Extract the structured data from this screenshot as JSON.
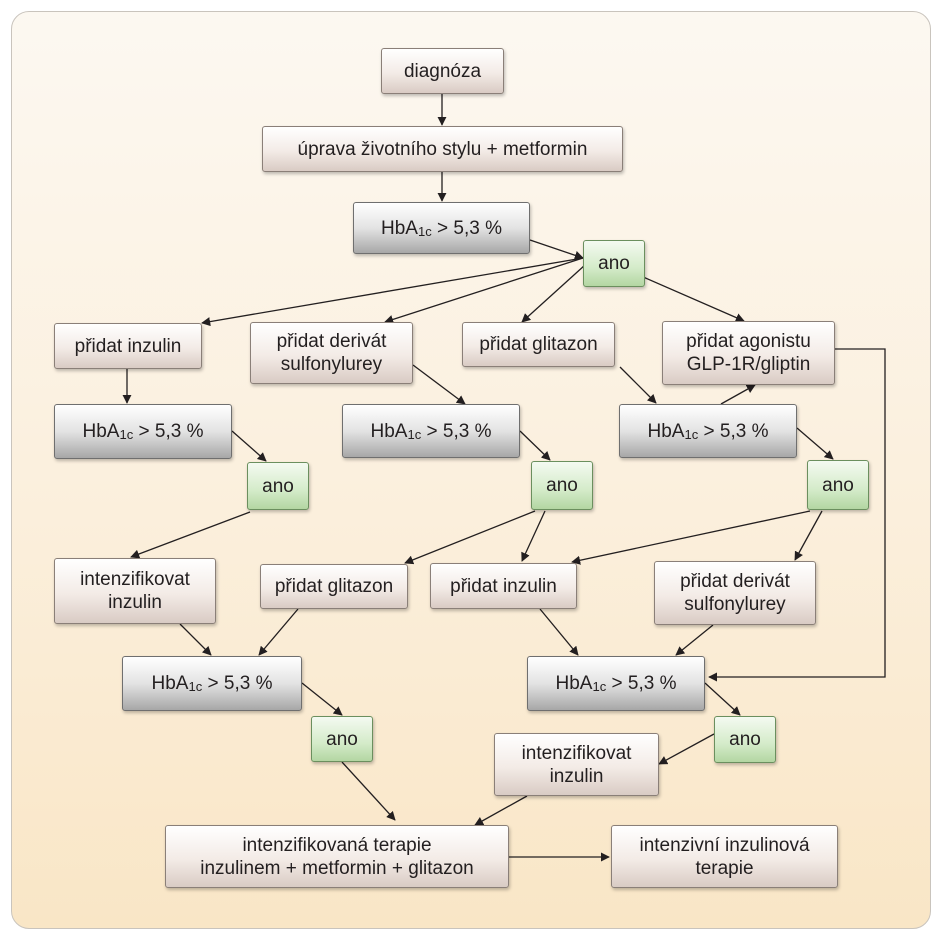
{
  "flow": {
    "diagnosis": "diagnóza",
    "lifestyle": "úprava životního stylu + metformin",
    "test_label": {
      "prefix": "HbA",
      "sub": "1c",
      "suffix": " > 5,3 %"
    },
    "yes_label": "ano",
    "add_insulin": "přidat inzulin",
    "add_sulfonylurea": "přidat derivát\nsulfonylurey",
    "add_glitazone": "přidat glitazon",
    "add_glp1": "přidat agonistu\nGLP-1R/gliptin",
    "intensify_insulin": "intenzifikovat\ninzulin",
    "combo_therapy": "intenzifikovaná terapie\ninzulinem + metformin + glitazon",
    "intensive_insulin": "intenzivní inzulinová\nterapie"
  },
  "colors": {
    "step_box": "#efe4de",
    "test_box": "#d0d0d0",
    "yes_box": "#cde6c0",
    "arrow": "#231f20",
    "panel_bg": "#fbefdc"
  }
}
